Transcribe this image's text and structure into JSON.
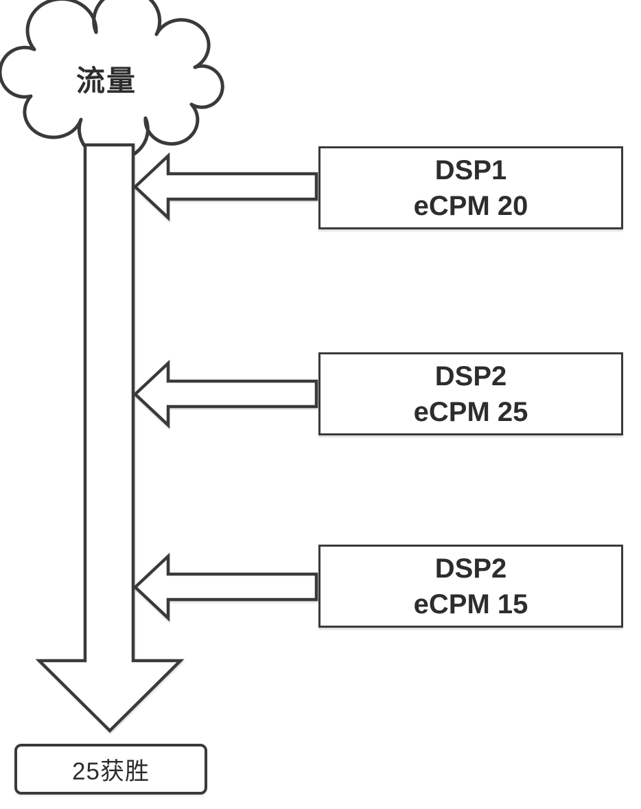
{
  "colors": {
    "outline": "#3a3a3c",
    "text": "#2d2d2f",
    "background": "#ffffff"
  },
  "diagram": {
    "traffic_cloud": {
      "label": "流量"
    },
    "dsp_boxes": [
      {
        "name": "DSP1",
        "ecpm": "eCPM 20"
      },
      {
        "name": "DSP2",
        "ecpm": "eCPM 25"
      },
      {
        "name": "DSP2",
        "ecpm": "eCPM 15"
      }
    ],
    "winner_box": {
      "label": "25获胜"
    }
  }
}
